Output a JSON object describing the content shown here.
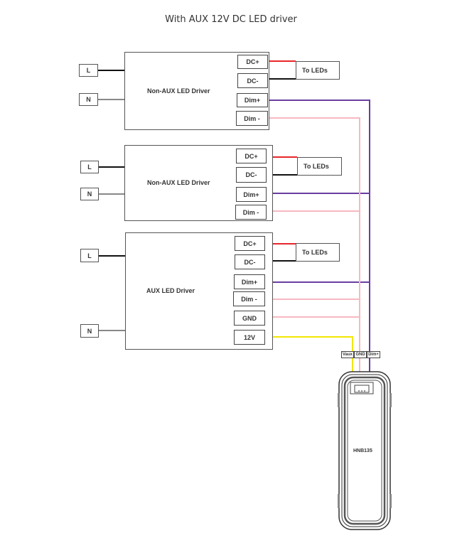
{
  "title": "With AUX 12V DC  LED driver",
  "colors": {
    "red": "#e8262a",
    "black": "#111111",
    "purple": "#6a3da0",
    "pink": "#f7b8c0",
    "yellow": "#f2e600",
    "grey": "#888888"
  },
  "drivers": [
    {
      "name": "Non-AUX  LED Driver",
      "inputs": [
        "L",
        "N"
      ],
      "terminals": [
        "DC+",
        "DC-",
        "Dim+",
        "Dim -"
      ],
      "output_label": "To LEDs"
    },
    {
      "name": "Non-AUX  LED Driver",
      "inputs": [
        "L",
        "N"
      ],
      "terminals": [
        "DC+",
        "DC-",
        "Dim+",
        "Dim -"
      ],
      "output_label": "To LEDs"
    },
    {
      "name": "AUX  LED Driver",
      "inputs": [
        "L",
        "N"
      ],
      "terminals": [
        "DC+",
        "DC-",
        "Dim+",
        "Dim -",
        "GND",
        "12V"
      ],
      "output_label": "To LEDs"
    }
  ],
  "device": {
    "model": "HNB135",
    "pins": [
      "Vaux",
      "GND",
      "Dim+"
    ]
  }
}
